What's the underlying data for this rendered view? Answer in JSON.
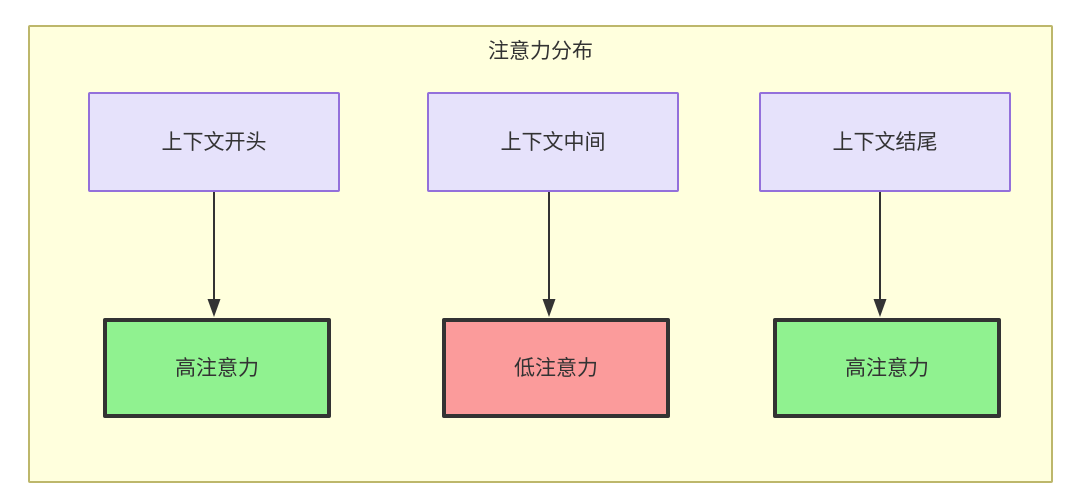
{
  "diagram": {
    "title": "注意力分布",
    "container_fill": "#ffffdd",
    "container_stroke": "#bdb76b",
    "columns": [
      {
        "source": {
          "label": "上下文开头",
          "fill": "#e6e2fb",
          "stroke": "#9370db"
        },
        "target": {
          "label": "高注意力",
          "fill": "#90f290",
          "stroke": "#333333"
        },
        "edge": {
          "direction": "down",
          "stroke": "#333333"
        }
      },
      {
        "source": {
          "label": "上下文中间",
          "fill": "#e6e2fb",
          "stroke": "#9370db"
        },
        "target": {
          "label": "低注意力",
          "fill": "#fb9b9b",
          "stroke": "#333333"
        },
        "edge": {
          "direction": "down",
          "stroke": "#333333"
        }
      },
      {
        "source": {
          "label": "上下文结尾",
          "fill": "#e6e2fb",
          "stroke": "#9370db"
        },
        "target": {
          "label": "高注意力",
          "fill": "#90f290",
          "stroke": "#333333"
        },
        "edge": {
          "direction": "down",
          "stroke": "#333333"
        }
      }
    ]
  }
}
